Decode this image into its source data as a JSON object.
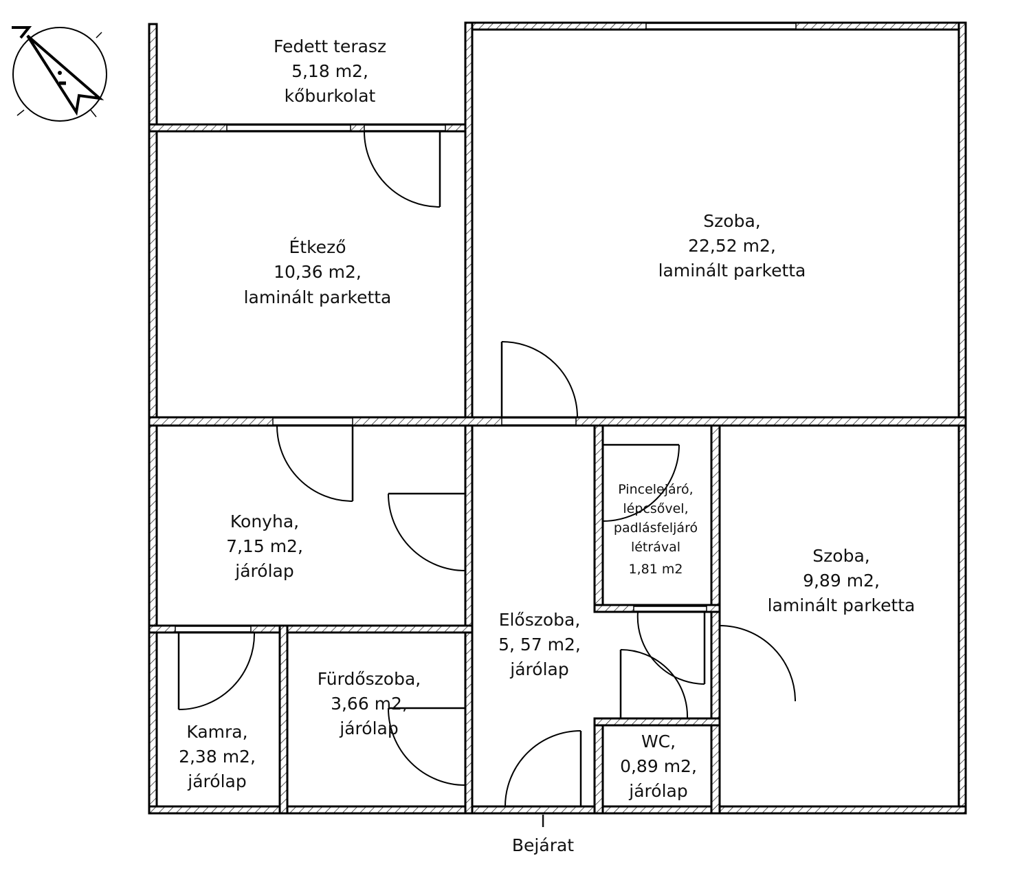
{
  "plan": {
    "compass_letter": "N",
    "entrance_label": "Bejárat",
    "entrance_mark": "I",
    "rooms": {
      "terasz": [
        "Fedett terasz",
        "5,18 m2,",
        "kőburkolat"
      ],
      "etkezo": [
        "Étkező",
        "10,36 m2,",
        "laminált parketta"
      ],
      "szoba_large": [
        "Szoba,",
        "22,52 m2,",
        "laminált parketta"
      ],
      "konyha": [
        "Konyha,",
        "7,15 m2,",
        "járólap"
      ],
      "pince": [
        "Pincelejáró,",
        "lépcsővel,",
        "padlásfeljáró",
        "létrával",
        "1,81 m2"
      ],
      "szoba_small": [
        "Szoba,",
        "9,89 m2,",
        "laminált parketta"
      ],
      "eloszoba": [
        "Előszoba,",
        "5, 57 m2,",
        "járólap"
      ],
      "kamra": [
        "Kamra,",
        "2,38 m2,",
        "járólap"
      ],
      "furdo": [
        "Fürdőszoba,",
        "3,66 m2,",
        "járólap"
      ],
      "wc": [
        "WC,",
        "0,89 m2,",
        "járólap"
      ]
    }
  }
}
